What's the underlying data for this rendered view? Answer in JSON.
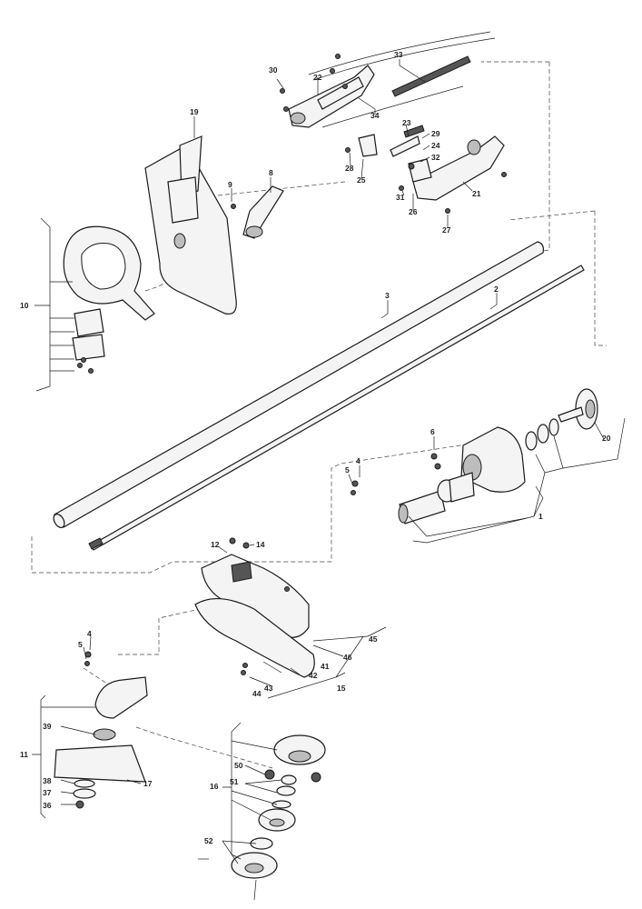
{
  "labels": {
    "p1": "1",
    "p2": "2",
    "p3": "3",
    "p4a": "4",
    "p4b": "4",
    "p5a": "5",
    "p5b": "5",
    "p6": "6",
    "p8": "8",
    "p9": "9",
    "p10": "10",
    "p11": "11",
    "p12": "12",
    "p14": "14",
    "p15": "15",
    "p16": "16",
    "p17": "17",
    "p19": "19",
    "p20": "20",
    "p21": "21",
    "p22": "22",
    "p23": "23",
    "p24": "24",
    "p25": "25",
    "p26": "26",
    "p27": "27",
    "p28": "28",
    "p29": "29",
    "p30": "30",
    "p31": "31",
    "p32": "32",
    "p33": "33",
    "p34": "34",
    "p36": "36",
    "p37": "37",
    "p38": "38",
    "p39": "39",
    "p41": "41",
    "p42": "42",
    "p43": "43",
    "p44": "44",
    "p45": "45",
    "p46": "46",
    "p50": "50",
    "p51": "51",
    "p52": "52"
  }
}
